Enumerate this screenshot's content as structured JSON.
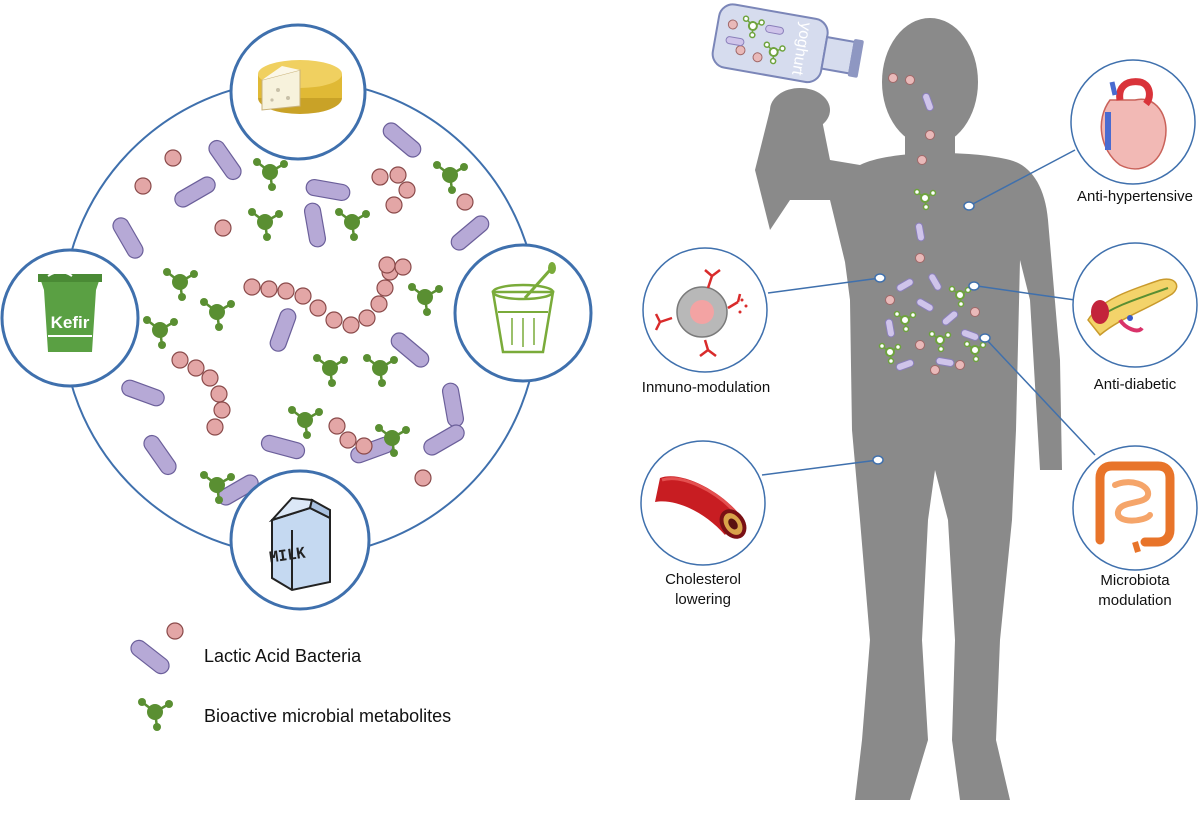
{
  "colors": {
    "outline": "#3f70ad",
    "bacteria_cocci": "#e3a6a6",
    "bacteria_rod": "#b6a9d6",
    "metabolite": "#5a8f32",
    "silhouette": "#8a8a8a",
    "artery": "#c81d22",
    "intestine": "#f08a3c"
  },
  "left": {
    "products": [
      {
        "name": "cheese",
        "icon": "cheese-icon"
      },
      {
        "name": "kefir",
        "icon": "kefir-cup-icon",
        "label": "Kefir"
      },
      {
        "name": "yogurt",
        "icon": "yogurt-cup-icon"
      },
      {
        "name": "milk",
        "icon": "milk-carton-icon",
        "label": "MILK"
      }
    ]
  },
  "legend": {
    "bacteria": "Lactic Acid Bacteria",
    "metabolites": "Bioactive microbial metabolites"
  },
  "right": {
    "bottle_label": "yoghurt",
    "effects": {
      "hypertensive": "Anti-hypertensive",
      "immuno": "Inmuno-modulation",
      "diabetic": "Anti-diabetic",
      "cholesterol_1": "Cholesterol",
      "cholesterol_2": "lowering",
      "microbiota_1": "Microbiota",
      "microbiota_2": "modulation"
    }
  }
}
